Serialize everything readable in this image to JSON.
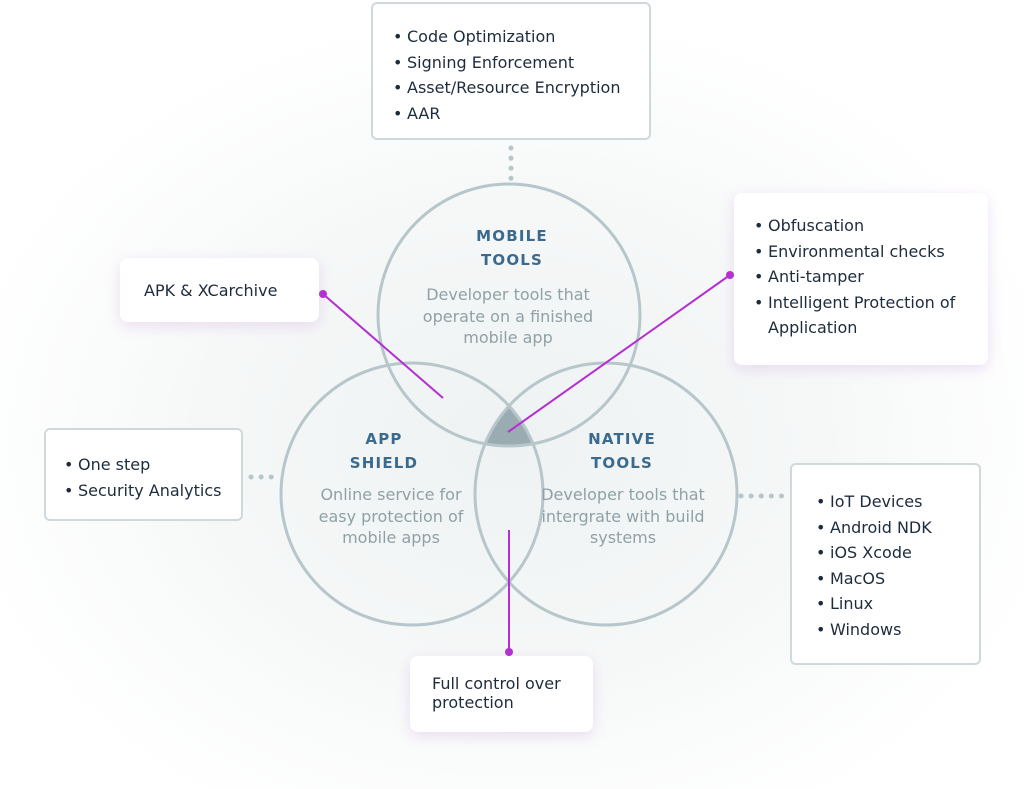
{
  "circles": {
    "mobile": {
      "title_line1": "MOBILE",
      "title_line2": "TOOLS",
      "description": "Developer tools that operate on a finished mobile app"
    },
    "shield": {
      "title_line1": "APP",
      "title_line2": "SHIELD",
      "description": "Online service for easy protection of mobile apps"
    },
    "native": {
      "title_line1": "NATIVE",
      "title_line2": "TOOLS",
      "description": "Developer tools that intergrate with build systems"
    }
  },
  "boxes": {
    "top": {
      "items": [
        "Code Optimization",
        "Signing Enforcement",
        "Asset/Resource Encryption",
        "AAR"
      ]
    },
    "apk": {
      "text": "APK & XCarchive"
    },
    "obfuscation": {
      "items": [
        "Obfuscation",
        "Environmental checks",
        "Anti-tamper",
        "Intelligent Protection of Application"
      ]
    },
    "left": {
      "items": [
        "One step",
        "Security Analytics"
      ]
    },
    "right": {
      "items": [
        "IoT Devices",
        "Android NDK",
        "iOS Xcode",
        "MacOS",
        "Linux",
        "Windows"
      ]
    },
    "bottom": {
      "text": "Full control over protection"
    }
  },
  "colors": {
    "circle_stroke": "#b6c6ca",
    "title": "#3a6a8e",
    "description": "#8fa1a7",
    "connector": "#b42fd1",
    "center_fill": "#9aacb2",
    "dots": "#b6c6ca"
  }
}
